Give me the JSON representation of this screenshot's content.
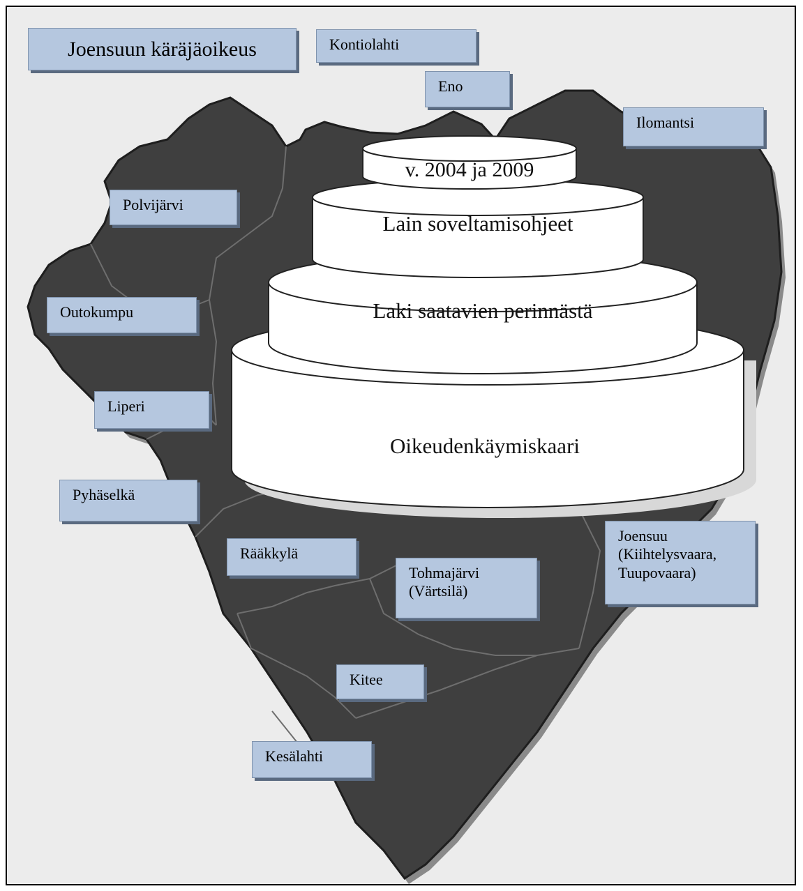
{
  "map": {
    "title": "Joensuun käräjäoikeus",
    "regions": [
      {
        "id": "kontiolahti",
        "label": "Kontiolahti"
      },
      {
        "id": "eno",
        "label": "Eno"
      },
      {
        "id": "ilomantsi",
        "label": "Ilomantsi"
      },
      {
        "id": "polvijarvi",
        "label": "Polvijärvi"
      },
      {
        "id": "outokumpu",
        "label": "Outokumpu"
      },
      {
        "id": "liperi",
        "label": "Liperi"
      },
      {
        "id": "pyhaselka",
        "label": "Pyhäselkä"
      },
      {
        "id": "raakkyla",
        "label": "Rääkkylä"
      },
      {
        "id": "tohmajarvi",
        "label": "Tohmajärvi\n(Värtsilä)"
      },
      {
        "id": "joensuu",
        "label": "Joensuu\n(Kiihtelysvaara,\nTuupovaara)"
      },
      {
        "id": "kitee",
        "label": "Kitee"
      },
      {
        "id": "kesalahti",
        "label": "Kesälahti"
      }
    ]
  },
  "cake": {
    "tiers": [
      {
        "label": "v. 2004 ja 2009"
      },
      {
        "label": "Lain soveltamisohjeet"
      },
      {
        "label": "Laki saatavien perinnästä"
      },
      {
        "label": "Oikeudenkäymiskaari"
      }
    ]
  },
  "colors": {
    "map_fill": "#3f3f3f",
    "label_fill": "#b5c7df",
    "background": "#ececec"
  }
}
